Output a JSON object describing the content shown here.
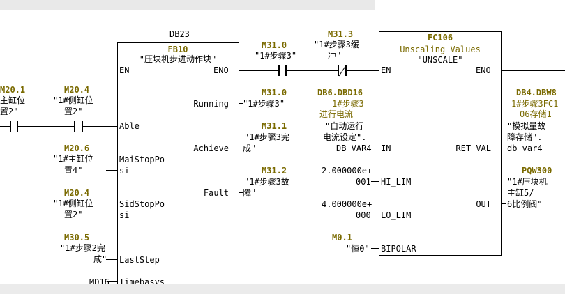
{
  "fb_block": {
    "db_name": "DB23",
    "name": "FB10",
    "comment": "\"压块机步进动作块\"",
    "en": "EN",
    "eno": "ENO",
    "pins_in": [
      "Able",
      "MaiStopPo",
      "si",
      "SidStopPo",
      "si",
      "LastStep",
      "Timebasys"
    ],
    "pins_out": [
      "Running",
      "Achieve",
      "Fault"
    ]
  },
  "left_operands": {
    "c1_addr": "M20.1",
    "c1_name1": "主缸位",
    "c1_name2": "置2\"",
    "c2_addr": "M20.4",
    "c2_name1": "\"1#侧缸位",
    "c2_name2": "置2\"",
    "maistop_addr": "M20.6",
    "maistop_name1": "\"1#主缸位",
    "maistop_name2": "置4\"",
    "sidstop_addr": "M20.4",
    "sidstop_name1": "\"1#侧缸位",
    "sidstop_name2": "置2\"",
    "laststep_addr": "M30.5",
    "laststep_name1": "\"1#步骤2完",
    "laststep_name2": "成\"",
    "timebase_addr": "MD16"
  },
  "fb_outputs": {
    "running_addr": "M31.0",
    "running_name": "\"1#步骤3\"",
    "achieve_addr": "M31.1",
    "achieve_name1": "\"1#步骤3完",
    "achieve_name2": "成\"",
    "fault_addr": "M31.2",
    "fault_name1": "\"1#步骤3故",
    "fault_name2": "障\""
  },
  "series_contacts": {
    "no_addr": "M31.0",
    "no_name": "\"1#步骤3\"",
    "nc_addr": "M31.3",
    "nc_name1": "\"1#步骤3缓",
    "nc_name2": "冲\""
  },
  "fc_block": {
    "name": "FC106",
    "subtitle": "Unscaling Values",
    "comment": "\"UNSCALE\"",
    "en": "EN",
    "eno": "ENO",
    "pins_in": [
      "IN",
      "HI_LIM",
      "LO_LIM",
      "BIPOLAR"
    ],
    "pins_out": [
      "RET_VAL",
      "OUT"
    ]
  },
  "fc_inputs": {
    "in_addr": "DB6.DBD16",
    "in_desc1": "1#步骤3",
    "in_desc2": "进行电流",
    "in_name1": "\"自动运行",
    "in_name2": "电流设定\".",
    "in_name3": "DB_VAR4",
    "hi_val1": "2.000000e+",
    "hi_val2": "001",
    "lo_val1": "4.000000e+",
    "lo_val2": "000",
    "bip_addr": "M0.1",
    "bip_name": "\"恒0\""
  },
  "fc_outputs": {
    "ret_addr": "DB4.DBW8",
    "ret_desc1": "1#步骤3FC1",
    "ret_desc2": "06存储1",
    "ret_name1": "\"模拟量故",
    "ret_name2": "障存储\".",
    "ret_name3": "db_var4",
    "out_addr": "PQW300",
    "out_name1": "\"1#压块机",
    "out_name2": "主缸5/",
    "out_name3": "6比例阀\""
  }
}
